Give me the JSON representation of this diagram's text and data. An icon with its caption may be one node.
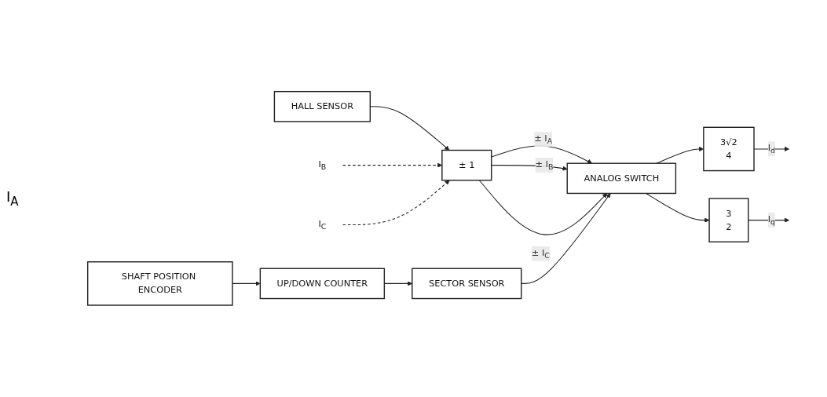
{
  "diagram": {
    "nodes": [
      {
        "text": [
          "HALL SENSOR"
        ]
      },
      {
        "text": [
          "± 1"
        ]
      },
      {
        "text": [
          "ANALOG SWITCH"
        ]
      },
      {
        "text": [
          "3√2",
          "4"
        ]
      },
      {
        "text": [
          "3",
          "2"
        ]
      },
      {
        "text": [
          "SHAFT POSITION ENCODER"
        ]
      },
      {
        "text": [
          "UP/DOWN COUNTER"
        ]
      },
      {
        "text": [
          "SECTOR SENSOR"
        ]
      },
      {
        "text": [
          "I$_{B}$"
        ]
      },
      {
        "text": [
          "I$_{C}$"
        ]
      }
    ],
    "edges": [
      {
        "from": 0,
        "to": 1,
        "arrow": "to"
      },
      {
        "from": 8,
        "to": 1,
        "arrow": "to",
        "style": "dashed"
      },
      {
        "from": 9,
        "to": 1,
        "arrow": "to",
        "style": "dashed"
      },
      {
        "from": 1,
        "to": 2,
        "arrow": "to",
        "label": "± I$_{A}$"
      },
      {
        "from": 1,
        "to": 2,
        "arrow": "to",
        "label": "± I$_{B}$"
      },
      {
        "from": 1,
        "to": 2,
        "arrow": "to",
        "label": "± I$_{C}$"
      },
      {
        "from": 2,
        "to": 3,
        "arrow": "to"
      },
      {
        "from": 2,
        "to": 4,
        "arrow": "to"
      },
      {
        "from": 3,
        "to": null,
        "arrow": "to",
        "label": "I$_{d}$"
      },
      {
        "from": 4,
        "to": null,
        "arrow": "to",
        "label": "I$_{q}$"
      },
      {
        "from": 5,
        "to": 6,
        "arrow": "to"
      },
      {
        "from": 6,
        "to": 7,
        "arrow": "to"
      },
      {
        "from": 7,
        "to": 2,
        "arrow": "to"
      }
    ],
    "labels": [
      "I$_{A}$"
    ]
  }
}
